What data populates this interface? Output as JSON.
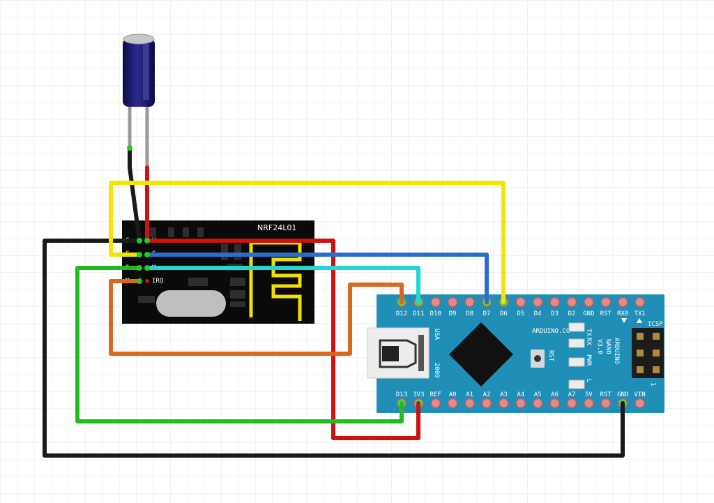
{
  "nrf_module": {
    "title": "NRF24L01",
    "pins_left": [
      "G",
      "C",
      "S",
      "M"
    ],
    "pins_right": [
      "V",
      "C",
      "M",
      "IRQ"
    ]
  },
  "arduino": {
    "brand": "ARDUINO.CC",
    "model": "ARDUINO NANO V3.0",
    "model_lines": [
      "ARDUINO",
      "NANO",
      "V3.0"
    ],
    "country": "USA",
    "year": "2009",
    "rst_label": "RST",
    "icsp_label": "ICSP",
    "icsp_pin1": "1",
    "led_labels": [
      "TX",
      "RX",
      "PWR",
      "L"
    ],
    "top_pins": [
      "D12",
      "D11",
      "D10",
      "D9",
      "D8",
      "D7",
      "D6",
      "D5",
      "D4",
      "D3",
      "D2",
      "GND",
      "RST",
      "RX0",
      "TX1"
    ],
    "bottom_pins": [
      "D13",
      "3V3",
      "REF",
      "A0",
      "A1",
      "A2",
      "A3",
      "A4",
      "A5",
      "A6",
      "A7",
      "5V",
      "RST",
      "GND",
      "VIN"
    ]
  },
  "colors": {
    "wire_black": "#1a1a1a",
    "wire_red": "#cc1111",
    "wire_yellow": "#f2e600",
    "wire_blue": "#2a6fce",
    "wire_cyan": "#22d7d2",
    "wire_green": "#22bb22",
    "wire_orange": "#d8681d",
    "board": "#1f8fb8",
    "nrf": "#0a0a0a",
    "capacitor": "#1d1b6a"
  }
}
